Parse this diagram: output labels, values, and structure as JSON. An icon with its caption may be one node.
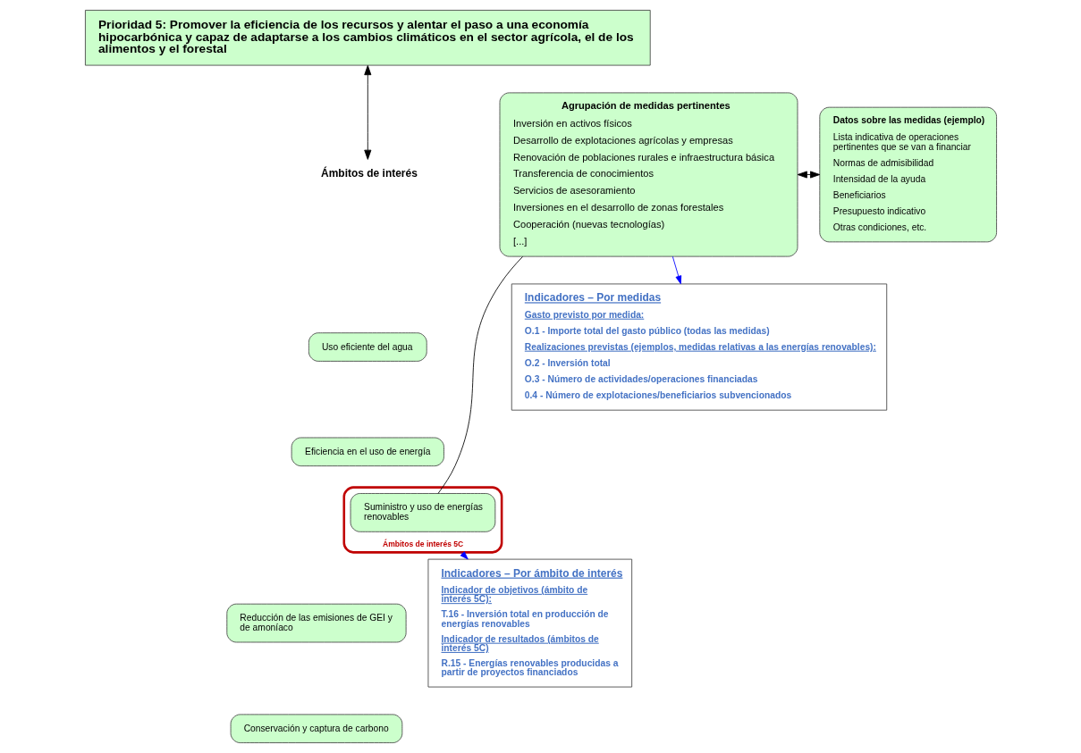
{
  "diagram": {
    "nodes": [
      {
        "text": [
          "Prioridad 5: Promover la eficiencia de los recursos y alentar el paso a una economía hipocarbónica y capaz de adaptarse a los cambios climáticos en el sector agrícola, el de los alimentos y el forestal"
        ]
      },
      {
        "text": [
          "Ámbitos de interés"
        ]
      },
      {
        "text": [
          "Uso eficiente del agua"
        ]
      },
      {
        "text": [
          "Eficiencia en el uso de energía"
        ]
      },
      {
        "text": [
          "Ámbitos de interés 5C"
        ]
      },
      {
        "text": [
          "Suministro y uso de energías renovables"
        ],
        "in": 4
      },
      {
        "text": [
          "Reducción de las emisiones de GEI y de amoníaco"
        ]
      },
      {
        "text": [
          "Conservación y captura de carbono"
        ]
      },
      {
        "text": [
          "Agrupación de medidas pertinentes",
          "Inversión en activos físicos",
          "Desarrollo de explotaciones agrícolas y empresas",
          "Renovación de poblaciones rurales e infraestructura básica",
          "Transferencia de conocimientos",
          "Servicios de asesoramiento",
          "Inversiones en el desarrollo de zonas forestales",
          "Cooperación (nuevas tecnologías)",
          "[...]"
        ]
      },
      {
        "text": [
          "Datos sobre las medidas (ejemplo)",
          "Lista indicativa de operaciones pertinentes que se van a financiar",
          "Normas de admisibilidad",
          "Intensidad de la ayuda",
          "Beneficiarios",
          "Presupuesto indicativo",
          "Otras condiciones, etc."
        ]
      },
      {
        "text": [
          "Indicadores – Por ámbito de interés",
          "Indicador de objetivos (ámbito de interés 5C):",
          "T.16 - Inversión total en producción de energías renovables",
          "Indicador de resultados (ámbitos de interés 5C)",
          "R.15 - Energías renovables producidas a partir de proyectos financiados"
        ]
      },
      {
        "text": [
          "Indicadores – Por medidas",
          "Gasto previsto por medida:",
          "O.1 - Importe total del gasto público (todas las medidas)",
          "Realizaciones previstas (ejemplos, medidas relativas a las energías renovables):",
          "O.2 - Inversión total",
          "O.3 - Número de actividades/operaciones financiadas",
          "0.4 - Número de explotaciones/beneficiarios subvencionados"
        ]
      }
    ],
    "edges": [
      {
        "from": 0,
        "to": 1,
        "arrow": "both"
      },
      {
        "from": 5,
        "to": 8,
        "arrow": "none"
      },
      {
        "from": 8,
        "to": 9,
        "arrow": "both"
      },
      {
        "from": 4,
        "to": 10,
        "arrow": "to",
        "color": "#0000ff"
      },
      {
        "from": 8,
        "to": 11,
        "arrow": "to",
        "color": "#0000ff"
      }
    ]
  }
}
